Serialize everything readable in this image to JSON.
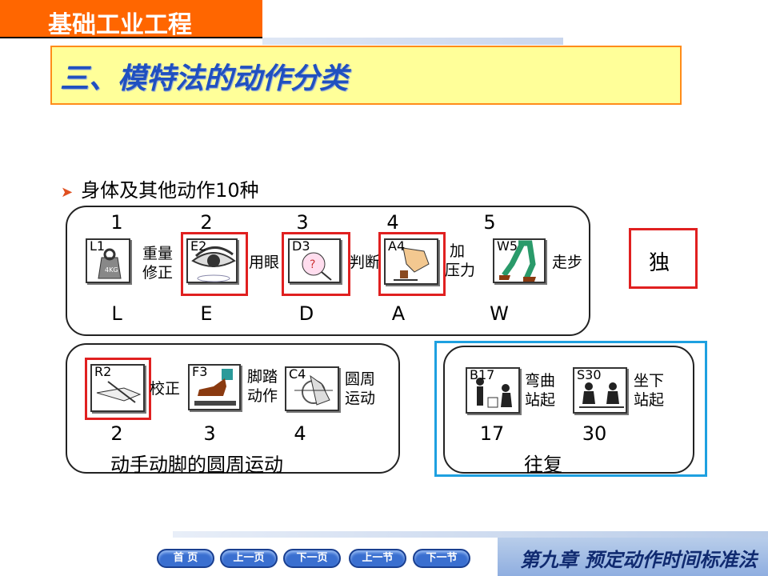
{
  "course_title": "基础工业工程",
  "section_title": "三、模特法的动作分类",
  "bullet": "身体及其他动作10种",
  "group1": {
    "items": [
      {
        "num": "1",
        "code": "L1",
        "label1": "重量",
        "label2": "修正",
        "letter": "L",
        "icon": "weight-icon"
      },
      {
        "num": "2",
        "code": "E2",
        "label1": "用眼",
        "label2": "",
        "letter": "E",
        "icon": "eye-icon"
      },
      {
        "num": "3",
        "code": "D3",
        "label1": "判断",
        "label2": "",
        "letter": "D",
        "icon": "thinking-head-icon"
      },
      {
        "num": "4",
        "code": "A4",
        "label1": "加",
        "label2": "压力",
        "letter": "A",
        "icon": "pressing-hand-icon"
      },
      {
        "num": "5",
        "code": "W5",
        "label1": "走步",
        "label2": "",
        "letter": "W",
        "icon": "walking-legs-icon"
      }
    ],
    "side_label": "独"
  },
  "group2": {
    "items": [
      {
        "num": "2",
        "code": "R2",
        "label1": "校正",
        "label2": "",
        "icon": "regrasp-hand-icon"
      },
      {
        "num": "3",
        "code": "F3",
        "label1": "脚踏",
        "label2": "动作",
        "icon": "foot-pedal-icon"
      },
      {
        "num": "4",
        "code": "C4",
        "label1": "圆周",
        "label2": "运动",
        "icon": "crank-hand-icon"
      }
    ],
    "caption": "动手动脚的圆周运动"
  },
  "group3": {
    "items": [
      {
        "num": "17",
        "code": "B17",
        "label1": "弯曲",
        "label2": "站起",
        "icon": "bend-stand-icon"
      },
      {
        "num": "30",
        "code": "S30",
        "label1": "坐下",
        "label2": "站起",
        "icon": "sit-stand-icon"
      }
    ],
    "caption": "往复"
  },
  "nav": {
    "home": "首 页",
    "prev_page": "上一页",
    "next_page": "下一页",
    "prev_section": "上一节",
    "next_section": "下一节"
  },
  "chapter": "第九章  预定动作时间标准法",
  "colors": {
    "accent_orange": "#ff6600",
    "banner_yellow": "#ffff99",
    "title_blue": "#2050c0",
    "highlight_red": "#e02020",
    "highlight_cyan": "#1ea0e0"
  }
}
